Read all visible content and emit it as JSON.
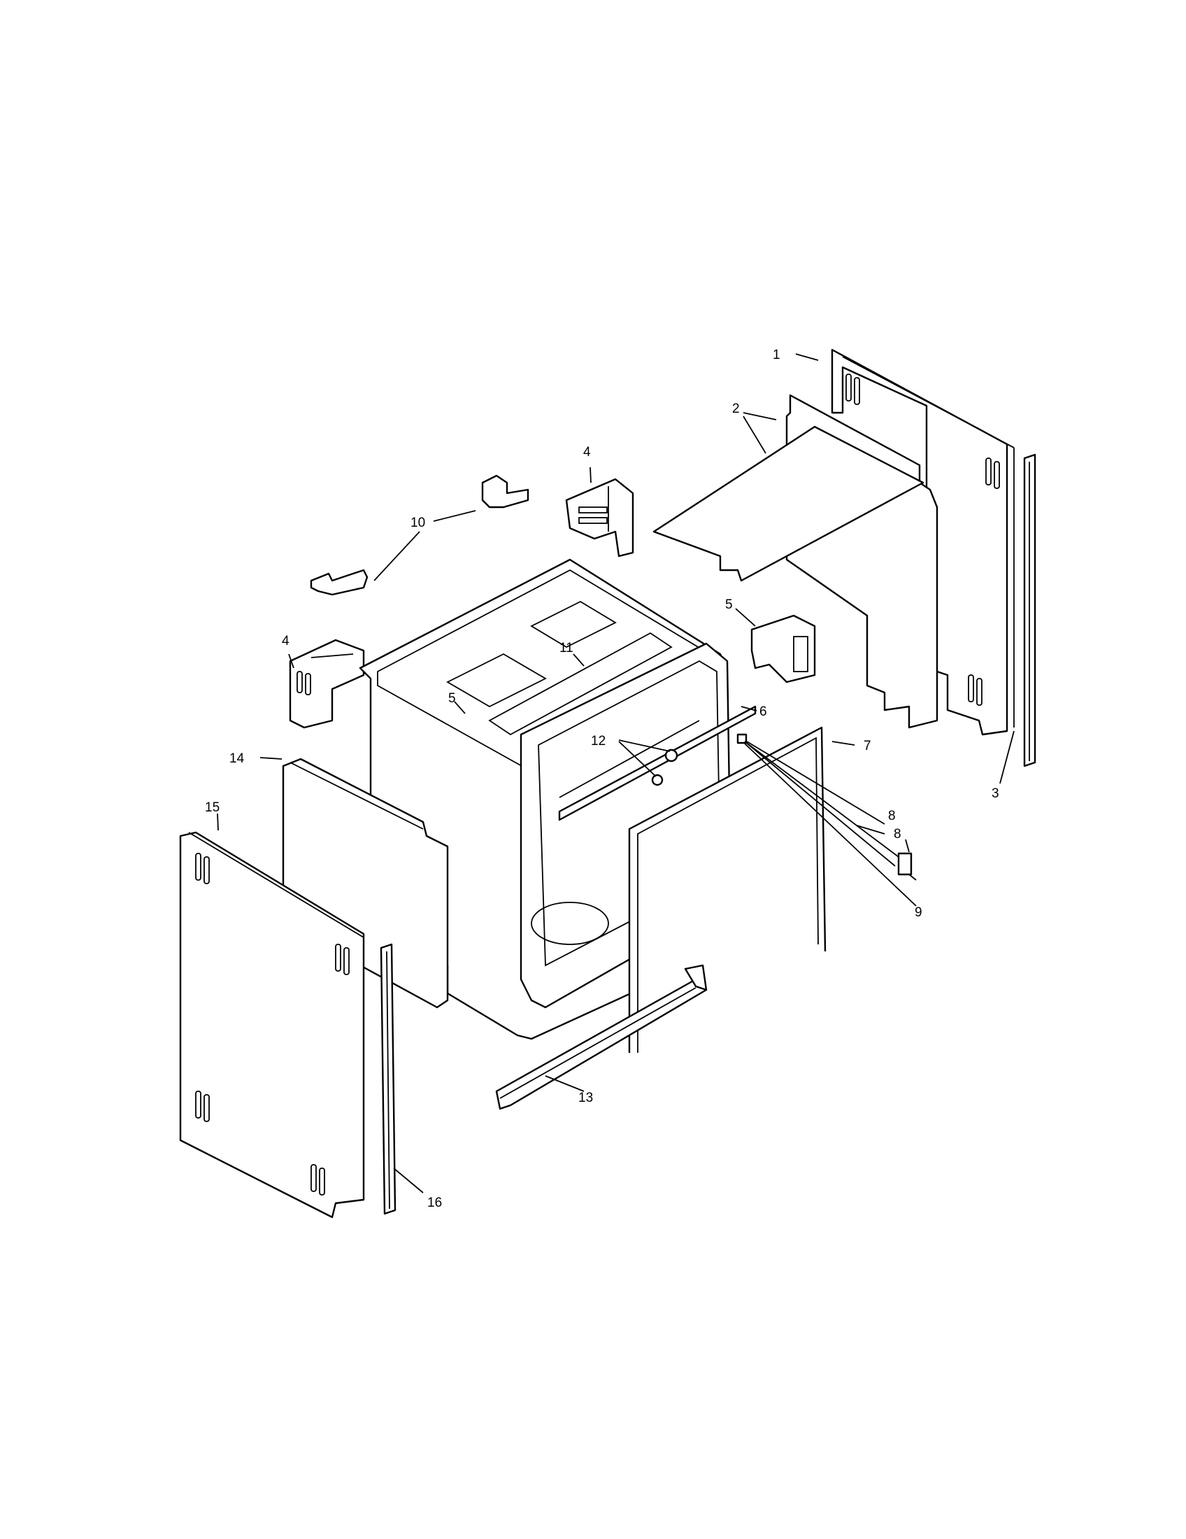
{
  "diagram": {
    "callouts": [
      "1",
      "2",
      "3",
      "4",
      "4",
      "5",
      "5",
      "6",
      "7",
      "8",
      "8",
      "9",
      "10",
      "11",
      "12",
      "13",
      "14",
      "15",
      "16"
    ]
  }
}
